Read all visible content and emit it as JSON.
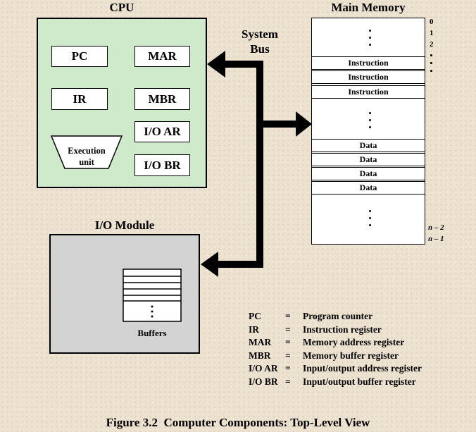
{
  "cpu": {
    "title": "CPU",
    "registers": {
      "pc": "PC",
      "mar": "MAR",
      "ir": "IR",
      "mbr": "MBR",
      "io_ar": "I/O AR",
      "io_br": "I/O BR"
    },
    "execution_unit": {
      "line1": "Execution",
      "line2": "unit"
    }
  },
  "bus": {
    "line1": "System",
    "line2": "Bus"
  },
  "memory": {
    "title": "Main Memory",
    "instructions": [
      "Instruction",
      "Instruction",
      "Instruction"
    ],
    "data": [
      "Data",
      "Data",
      "Data",
      "Data"
    ],
    "addresses_top": [
      "0",
      "1",
      "2"
    ],
    "addresses_bottom": [
      "n – 2",
      "n – 1"
    ]
  },
  "io_module": {
    "title": "I/O Module",
    "buffers_label": "Buffers"
  },
  "legend": [
    {
      "abbr": "PC",
      "eq": "=",
      "meaning": "Program counter"
    },
    {
      "abbr": "IR",
      "eq": "=",
      "meaning": "Instruction register"
    },
    {
      "abbr": "MAR",
      "eq": "=",
      "meaning": "Memory address register"
    },
    {
      "abbr": "MBR",
      "eq": "=",
      "meaning": "Memory buffer register"
    },
    {
      "abbr": "I/O AR",
      "eq": "=",
      "meaning": "Input/output address register"
    },
    {
      "abbr": "I/O BR",
      "eq": "=",
      "meaning": "Input/output buffer register"
    }
  ],
  "caption": "Figure 3.2  Computer Components: Top-Level View",
  "colors": {
    "background": "#ede2cf",
    "cpu_fill": "#cfeacb",
    "io_fill": "#d3d3d3"
  }
}
